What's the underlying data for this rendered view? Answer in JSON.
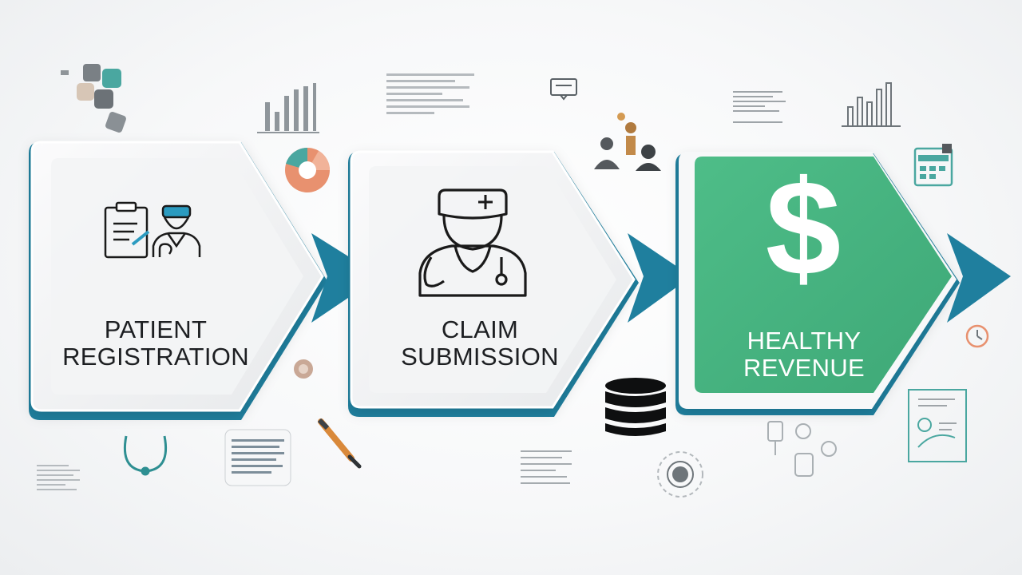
{
  "colors": {
    "accent_teal": "#1f7f9e",
    "accent_green": "#47b882",
    "card_fill": "#f4f5f6",
    "icon_dark": "#1a1a1a",
    "deco_teal": "#4aa7a0",
    "deco_salmon": "#e8916f"
  },
  "steps": [
    {
      "line1": "PATIENT",
      "line2": "REGISTRATION",
      "icon": "clipboard-doctor-icon",
      "highlighted": false
    },
    {
      "line1": "CLAIM",
      "line2": "SUBMISSION",
      "icon": "doctor-stethoscope-icon",
      "highlighted": false
    },
    {
      "line1": "HEALTHY",
      "line2": "REVENUE",
      "icon": "dollar-sign-icon",
      "highlighted": true
    }
  ],
  "decorations": [
    "puzzle-blocks-icon",
    "bar-chart-icon",
    "pie-chart-icon",
    "text-lines-icon",
    "monitor-icon",
    "people-group-icon",
    "calendar-icon",
    "stethoscope-icon",
    "document-stamp-icon",
    "pen-icon",
    "database-icon",
    "clock-icon",
    "chart-document-icon",
    "medical-tools-icon",
    "target-icon"
  ]
}
